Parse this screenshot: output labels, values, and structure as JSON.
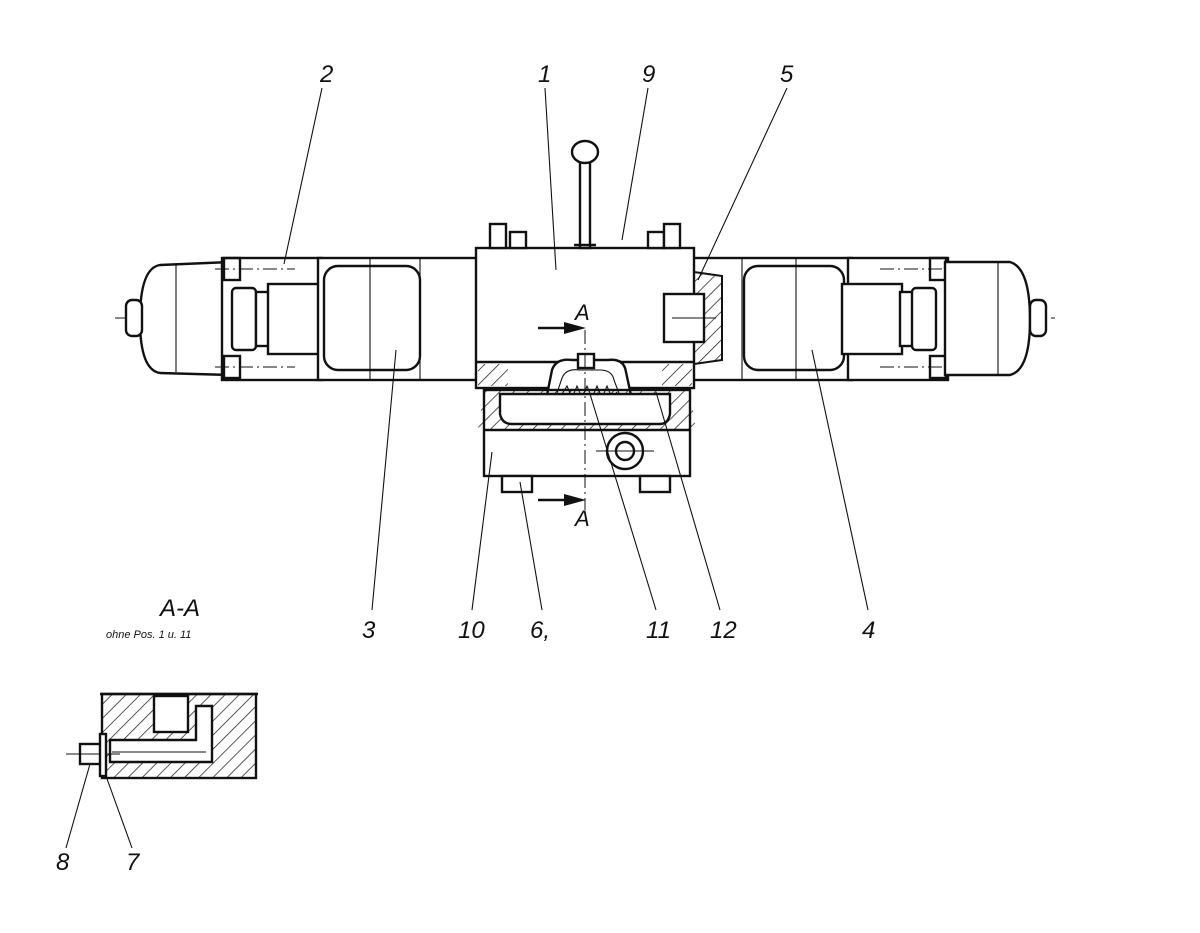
{
  "labels": {
    "p1": "1",
    "p2": "2",
    "p3": "3",
    "p4": "4",
    "p5": "5",
    "p6": "6,",
    "p7": "7",
    "p8": "8",
    "p9": "9",
    "p10": "10",
    "p11": "11",
    "p12": "12",
    "sectionTop": "A",
    "sectionBottom": "A"
  },
  "section": {
    "title": "A-A",
    "note": "ohne Pos. 1 u. 11"
  }
}
